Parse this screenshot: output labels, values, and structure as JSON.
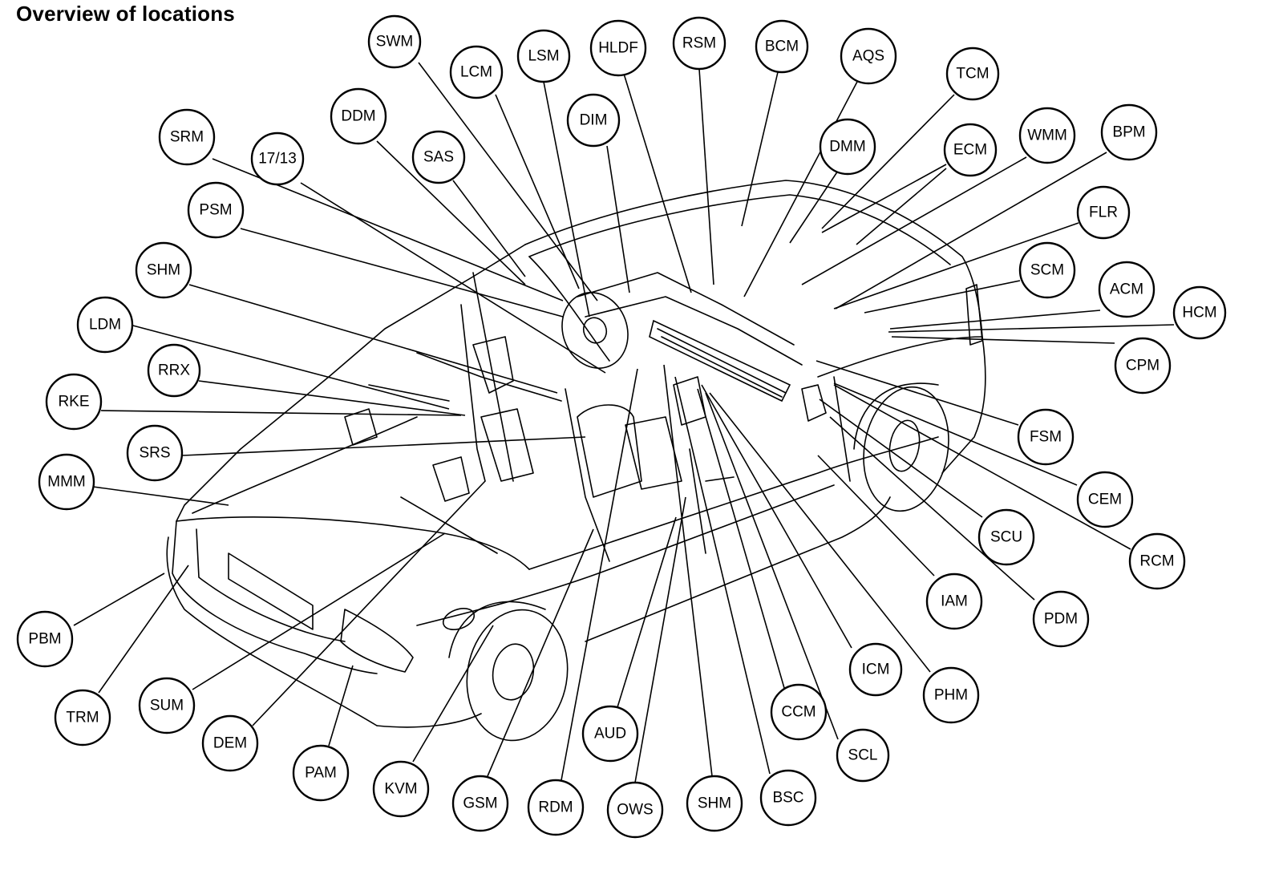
{
  "title": "Overview of locations",
  "labels": [
    "SWM",
    "LCM",
    "LSM",
    "HLDF",
    "RSM",
    "BCM",
    "AQS",
    "TCM",
    "DDM",
    "DIM",
    "DMM",
    "ECM",
    "WMM",
    "BPM",
    "SRM",
    "17/13",
    "SAS",
    "PSM",
    "FLR",
    "SCM",
    "ACM",
    "HCM",
    "SHM",
    "LDM",
    "CPM",
    "RRX",
    "RKE",
    "FSM",
    "SRS",
    "CEM",
    "MMM",
    "SCU",
    "RCM",
    "IAM",
    "PDM",
    "PBM",
    "ICM",
    "PHM",
    "TRM",
    "SUM",
    "CCM",
    "DEM",
    "AUD",
    "SCL",
    "PAM",
    "KVM",
    "GSM",
    "RDM",
    "OWS",
    "SHM",
    "BSC"
  ]
}
